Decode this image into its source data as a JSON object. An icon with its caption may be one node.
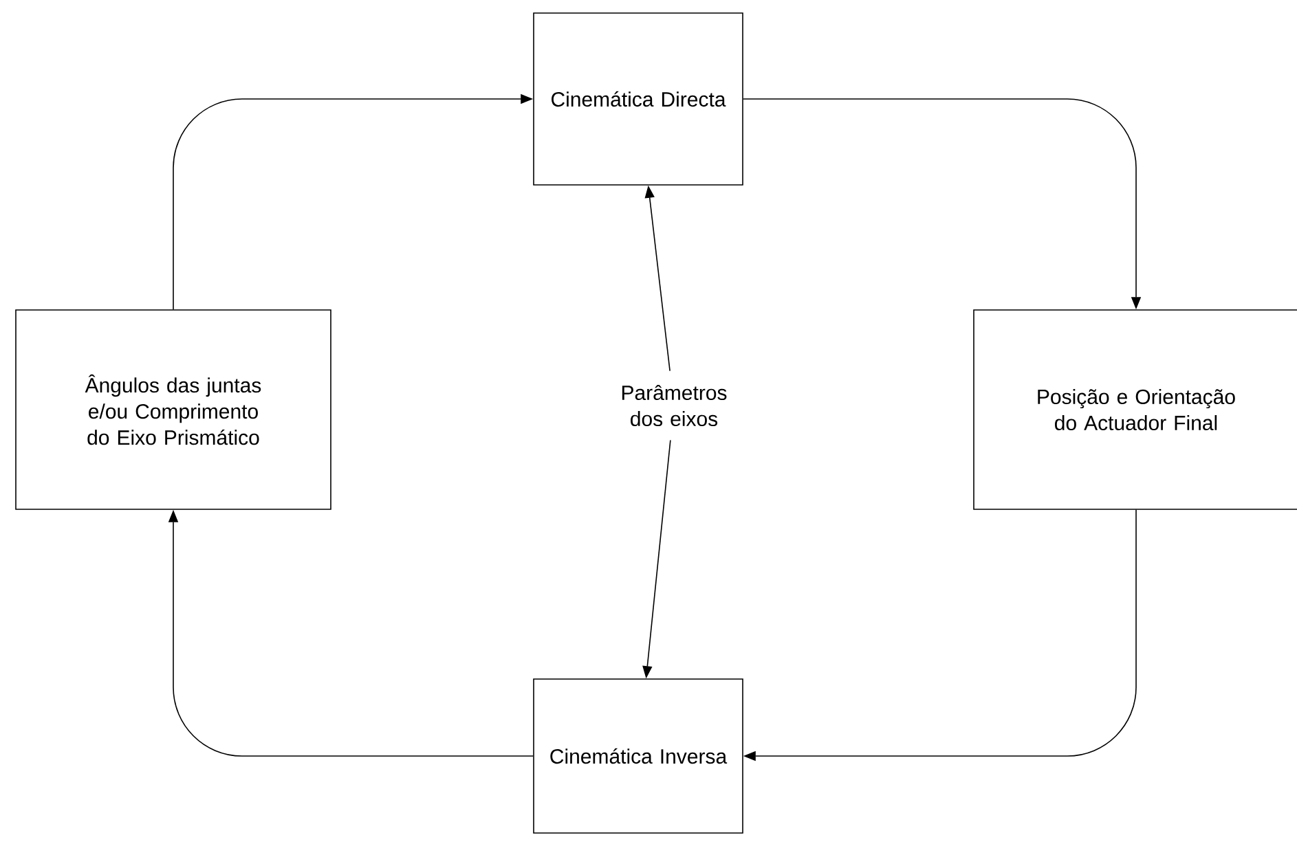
{
  "diagram": {
    "nodes": [
      {
        "text": [
          "Cinemática Directa"
        ]
      },
      {
        "text": [
          "Posição e Orientação do Actuador Final"
        ]
      },
      {
        "text": [
          "Cinemática Inversa"
        ]
      },
      {
        "text": [
          "Ângulos das juntas e/ou Comprimento do Eixo Prismático"
        ]
      },
      {
        "text": [
          "Parâmetros dos eixos"
        ]
      }
    ],
    "edges": [
      {
        "from": 3,
        "to": 0,
        "arrow": "to"
      },
      {
        "from": 0,
        "to": 1,
        "arrow": "to"
      },
      {
        "from": 1,
        "to": 2,
        "arrow": "to"
      },
      {
        "from": 2,
        "to": 3,
        "arrow": "to"
      },
      {
        "from": 4,
        "to": 0,
        "arrow": "to"
      },
      {
        "from": 4,
        "to": 2,
        "arrow": "to"
      }
    ]
  }
}
